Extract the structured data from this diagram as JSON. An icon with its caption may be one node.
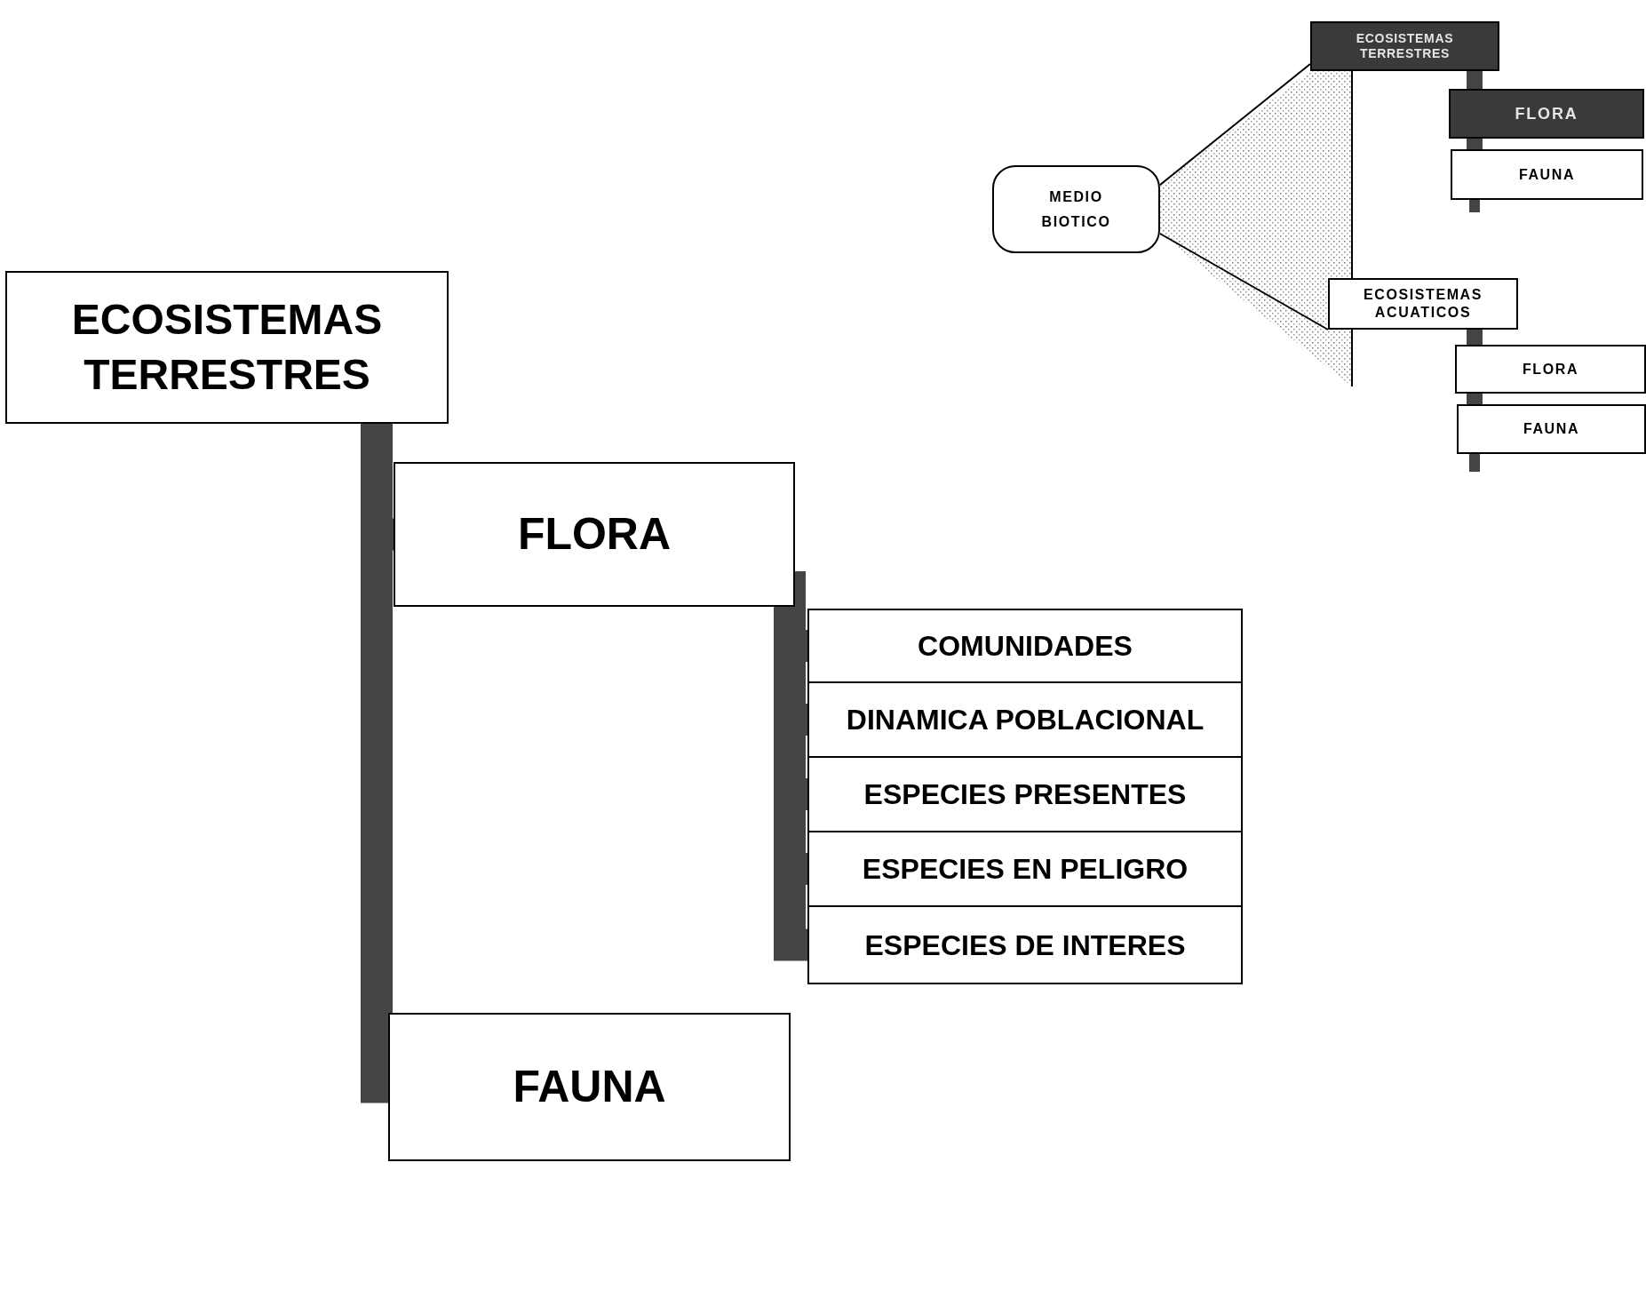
{
  "diagram": {
    "nodes": [
      {
        "text": [
          "ECOSISTEMAS TERRESTRES"
        ]
      },
      {
        "text": [
          "FLORA"
        ]
      },
      {
        "text": [
          "FAUNA"
        ]
      },
      {
        "text": [
          "COMUNIDADES"
        ]
      },
      {
        "text": [
          "DINAMICA POBLACIONAL"
        ]
      },
      {
        "text": [
          "ESPECIES PRESENTES"
        ]
      },
      {
        "text": [
          "ESPECIES EN PELIGRO"
        ]
      },
      {
        "text": [
          "ESPECIES DE INTERES"
        ]
      },
      {
        "text": [
          "MEDIO BIOTICO"
        ]
      },
      {
        "text": [
          "ECOSISTEMAS TERRESTRES"
        ]
      },
      {
        "text": [
          "FLORA"
        ]
      },
      {
        "text": [
          "FAUNA"
        ]
      },
      {
        "text": [
          "ECOSISTEMAS ACUATICOS"
        ]
      },
      {
        "text": [
          "FLORA"
        ]
      },
      {
        "text": [
          "FAUNA"
        ]
      }
    ],
    "edges": [
      {
        "from": 0,
        "to": 1,
        "arrow": "none"
      },
      {
        "from": 0,
        "to": 2,
        "arrow": "none"
      },
      {
        "from": 1,
        "to": 3,
        "arrow": "none"
      },
      {
        "from": 1,
        "to": 4,
        "arrow": "none"
      },
      {
        "from": 1,
        "to": 5,
        "arrow": "none"
      },
      {
        "from": 1,
        "to": 6,
        "arrow": "none"
      },
      {
        "from": 1,
        "to": 7,
        "arrow": "none"
      },
      {
        "from": 8,
        "to": 9,
        "arrow": "none"
      },
      {
        "from": 8,
        "to": 12,
        "arrow": "none"
      },
      {
        "from": 9,
        "to": 10,
        "arrow": "none"
      },
      {
        "from": 10,
        "to": 11,
        "arrow": "none"
      },
      {
        "from": 12,
        "to": 13,
        "arrow": "none"
      },
      {
        "from": 13,
        "to": 14,
        "arrow": "none"
      }
    ]
  }
}
